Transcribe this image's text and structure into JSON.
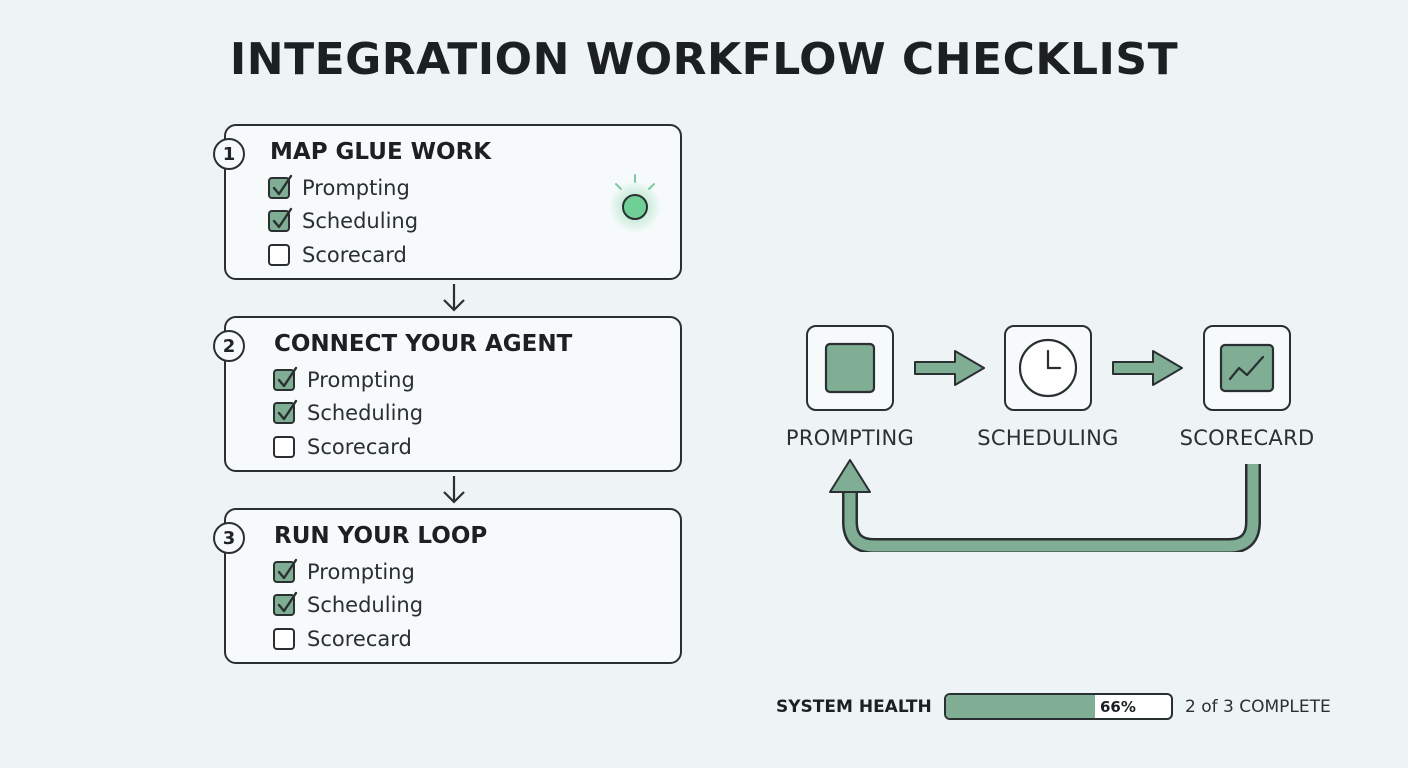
{
  "title": "INTEGRATION WORKFLOW CHECKLIST",
  "colors": {
    "accent": "#7fae95",
    "ink": "#2a2f31",
    "background": "#eef4f6",
    "glow": "#5cc98a"
  },
  "steps": [
    {
      "number": "1",
      "title": "MAP GLUE WORK",
      "items": [
        {
          "label": "Prompting",
          "checked": true
        },
        {
          "label": "Scheduling",
          "checked": true
        },
        {
          "label": "Scorecard",
          "checked": false
        }
      ]
    },
    {
      "number": "2",
      "title": "CONNECT YOUR AGENT",
      "items": [
        {
          "label": "Prompting",
          "checked": true
        },
        {
          "label": "Scheduling",
          "checked": true
        },
        {
          "label": "Scorecard",
          "checked": false
        }
      ]
    },
    {
      "number": "3",
      "title": "RUN YOUR LOOP",
      "items": [
        {
          "label": "Prompting",
          "checked": true
        },
        {
          "label": "Scheduling",
          "checked": true
        },
        {
          "label": "Scorecard",
          "checked": false
        }
      ]
    }
  ],
  "flow": {
    "stages": [
      {
        "label": "PROMPTING",
        "icon": "square-block-icon"
      },
      {
        "label": "SCHEDULING",
        "icon": "clock-icon"
      },
      {
        "label": "SCORECARD",
        "icon": "trend-chart-icon"
      }
    ]
  },
  "health": {
    "label": "SYSTEM HEALTH",
    "percent_text": "66%",
    "fill_percent": 66,
    "count_text": "2 of 3 COMPLETE"
  }
}
